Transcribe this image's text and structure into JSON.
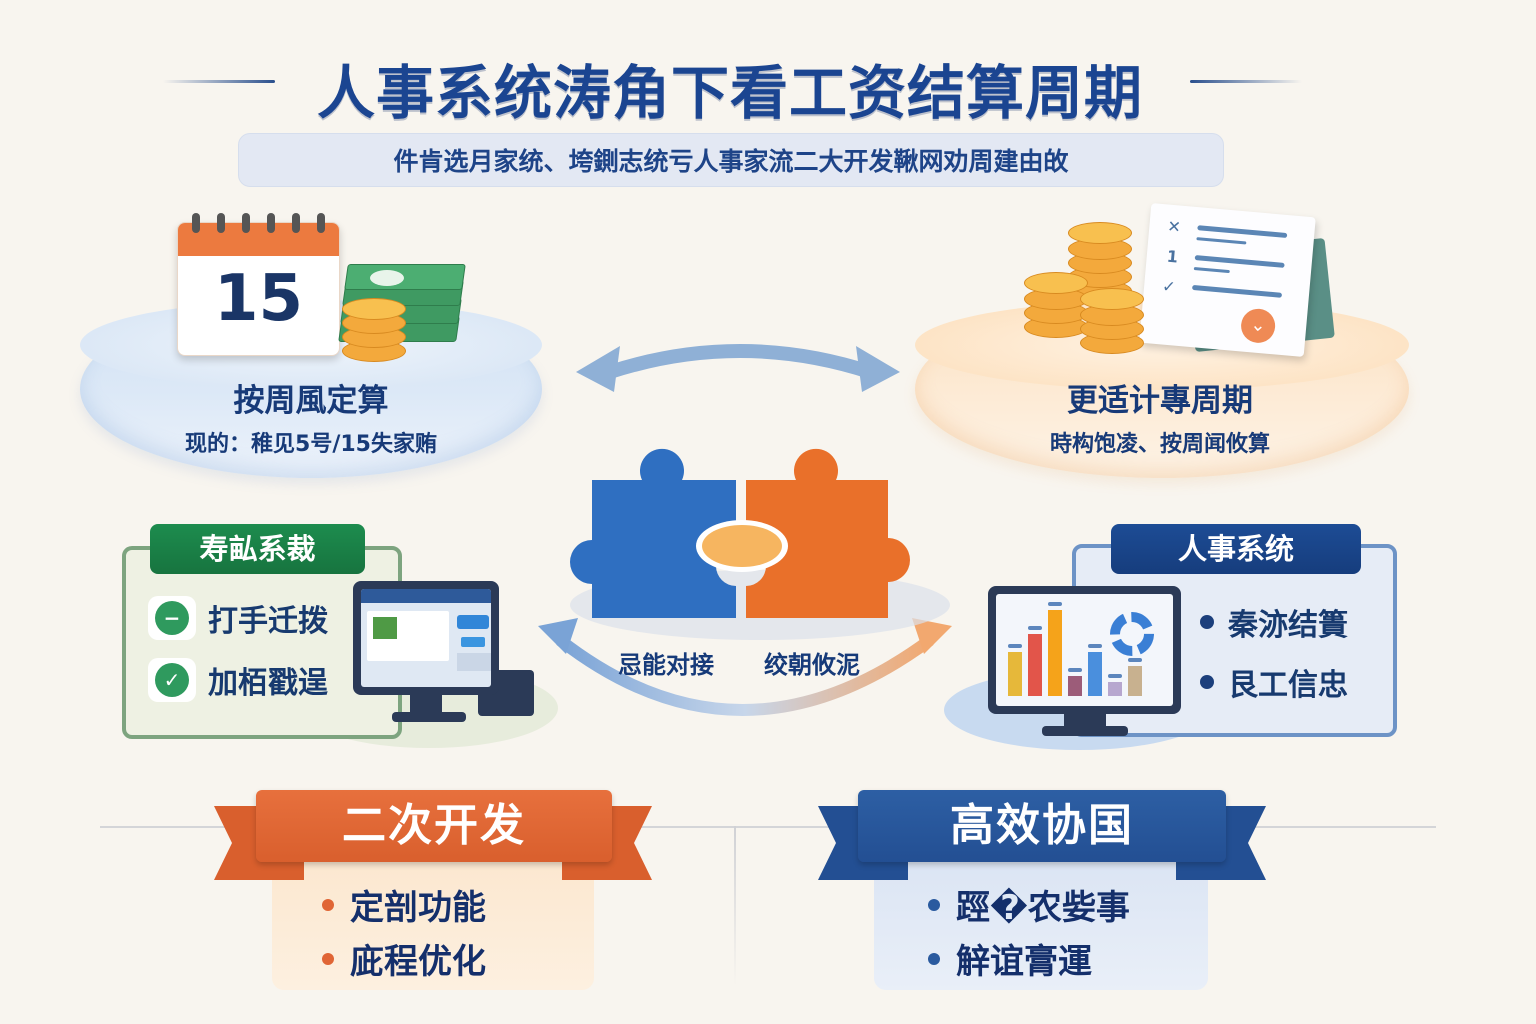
{
  "header": {
    "title": "人事系统涛角下看工资结算周期",
    "subtitle": "件肯选月家统、垮鍘志统亏人事家流二大开发鞦网劝周建由敀"
  },
  "left_pedestal": {
    "calendar_day": "15",
    "title": "按周風定算",
    "subtitle": "现的：稚见5号/15失家贿",
    "icons": [
      "calendar-icon",
      "cash-stack-icon",
      "coin-stack-icon"
    ],
    "color": "#cfe0f3"
  },
  "right_pedestal": {
    "title": "更适计專周期",
    "subtitle": "時构饱凌、按周闻攸算",
    "icons": [
      "coin-stack-icon",
      "checklist-document-icon"
    ],
    "doc_marks": [
      "✕",
      "1",
      "✓"
    ],
    "color": "#fbe0c0"
  },
  "center": {
    "labels": [
      "忌能对接",
      "绞朝攸泥"
    ],
    "puzzle_colors": {
      "left": "#2f6fc1",
      "right": "#e9702a",
      "connector": "#f6b560"
    },
    "arrow_color": "#8fb0d6"
  },
  "left_panel": {
    "tag": "寿畆系裁",
    "items": [
      {
        "icon": "minus-circle-icon",
        "glyph": "−",
        "label": "打手迁拨"
      },
      {
        "icon": "check-circle-icon",
        "glyph": "✓",
        "label": "加栢戳逞"
      }
    ],
    "color": "#1d8c4e"
  },
  "right_panel": {
    "tag": "人事系统",
    "items": [
      "秦洂结簣",
      "艮工信忠"
    ],
    "chart_bars": [
      {
        "color": "#e6b83a",
        "height": 44
      },
      {
        "color": "#e2554a",
        "height": 62
      },
      {
        "color": "#f5a31a",
        "height": 86
      },
      {
        "color": "#9c5c79",
        "height": 20
      },
      {
        "color": "#4a8fdd",
        "height": 44
      },
      {
        "color": "#b7a7cf",
        "height": 14
      },
      {
        "color": "#c8b18f",
        "height": 30
      }
    ],
    "color": "#1d4c95"
  },
  "bottom_left": {
    "ribbon": "二次开发",
    "items": [
      "定剖功能",
      "庛程优化"
    ],
    "color": "#e06535"
  },
  "bottom_right": {
    "ribbon": "高效协国",
    "items": [
      "踁�农姕事",
      "觪谊膏運"
    ],
    "color": "#2a5a9f"
  }
}
